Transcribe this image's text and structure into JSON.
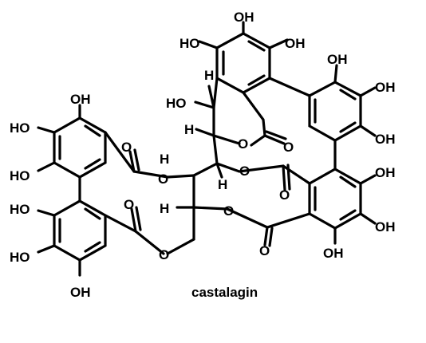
{
  "caption": "castalagin",
  "atom_labels": {
    "oh": "OH",
    "ho": "HO",
    "o": "O",
    "h": "H"
  },
  "colors": {
    "ink": "#000000",
    "background": "#ffffff"
  }
}
